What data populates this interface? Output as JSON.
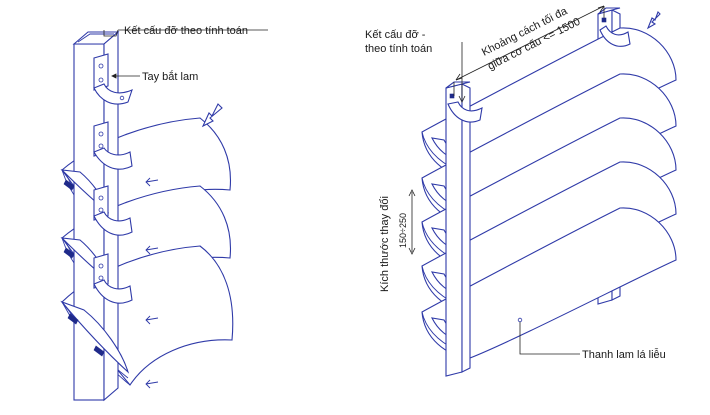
{
  "labels": {
    "structure_calc": "Kết cấu đỡ theo tính toán",
    "bracket": "Tay bắt lam",
    "structure_calc_r1": "Kết cấu đỡ -",
    "structure_calc_r2": "theo tính toán",
    "spacing_line1": "Khoảng cách tối đa",
    "spacing_line2": "giữa cơ cấu <= 1500",
    "varying_size": "Kích thước thay đổi",
    "range": "150÷250",
    "louver_blade": "Thanh lam lá liễu"
  },
  "colors": {
    "line": "#2f3aa8",
    "leader": "#222222",
    "fill": "#ffffff"
  }
}
